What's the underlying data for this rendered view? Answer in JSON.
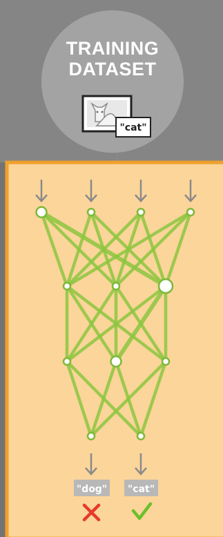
{
  "dataset": {
    "title_line1": "TRAINING",
    "title_line2": "DATASET",
    "image_tag": "\"cat\"",
    "image_icon": "cat-photo-icon"
  },
  "network": {
    "layers": [
      4,
      3,
      3,
      2
    ],
    "highlighted_nodes": [
      "input-0",
      "hidden1-2",
      "hidden2-1"
    ]
  },
  "outputs": [
    {
      "label": "\"dog\"",
      "result_icon": "cross-icon",
      "result_color": "#e53a2c"
    },
    {
      "label": "\"cat\"",
      "result_icon": "check-icon",
      "result_color": "#6bbf2b"
    }
  ],
  "colors": {
    "background": "#737373",
    "top_band": "#858585",
    "panel_fill": "#fbd59a",
    "panel_border": "#f0a12c",
    "edge_green": "#8cc63f",
    "node_fill": "#ffffff",
    "node_stroke": "#7db83a",
    "arrow": "#8a8a8a",
    "tag_bg": "#b8b8b8"
  }
}
